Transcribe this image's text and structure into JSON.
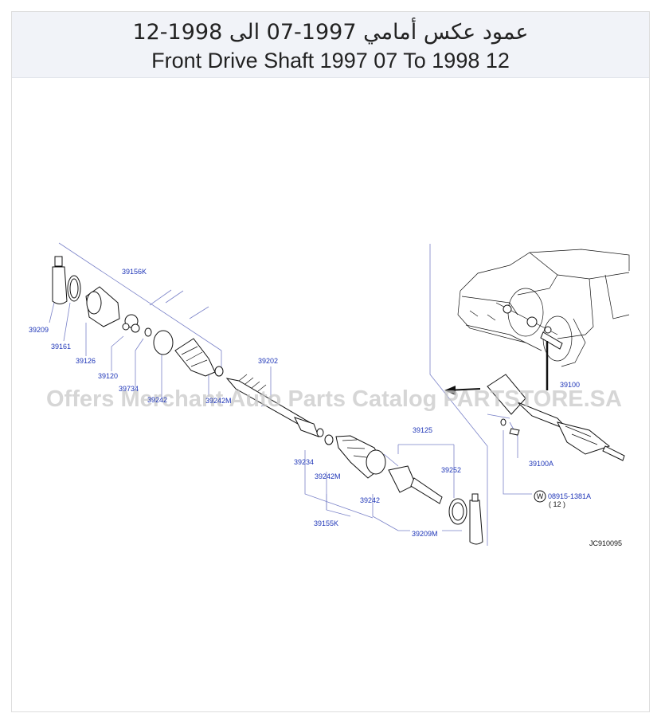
{
  "header": {
    "title_ar": "عمود عكس أمامي 1997-07 الى 1998-12",
    "title_en": "Front Drive Shaft 1997 07 To 1998 12"
  },
  "watermark": "Offers Merchant Auto Parts Catalog PARTSTORE.SA",
  "diagram_code": "JC910095",
  "parts": {
    "p39156K": "39156K",
    "p39209": "39209",
    "p39161": "39161",
    "p39126": "39126",
    "p39120": "39120",
    "p39734": "39734",
    "p39242a": "39242",
    "p39242Ma": "39242M",
    "p39202": "39202",
    "p39125": "39125",
    "p39234": "39234",
    "p39252": "39252",
    "p39242Mb": "39242M",
    "p39242b": "39242",
    "p39155K": "39155K",
    "p39209M": "39209M",
    "p39100": "39100",
    "p39100A": "39100A",
    "p08915": "08915-1381A",
    "qty": "( 12 )",
    "washer_mark": "W"
  }
}
